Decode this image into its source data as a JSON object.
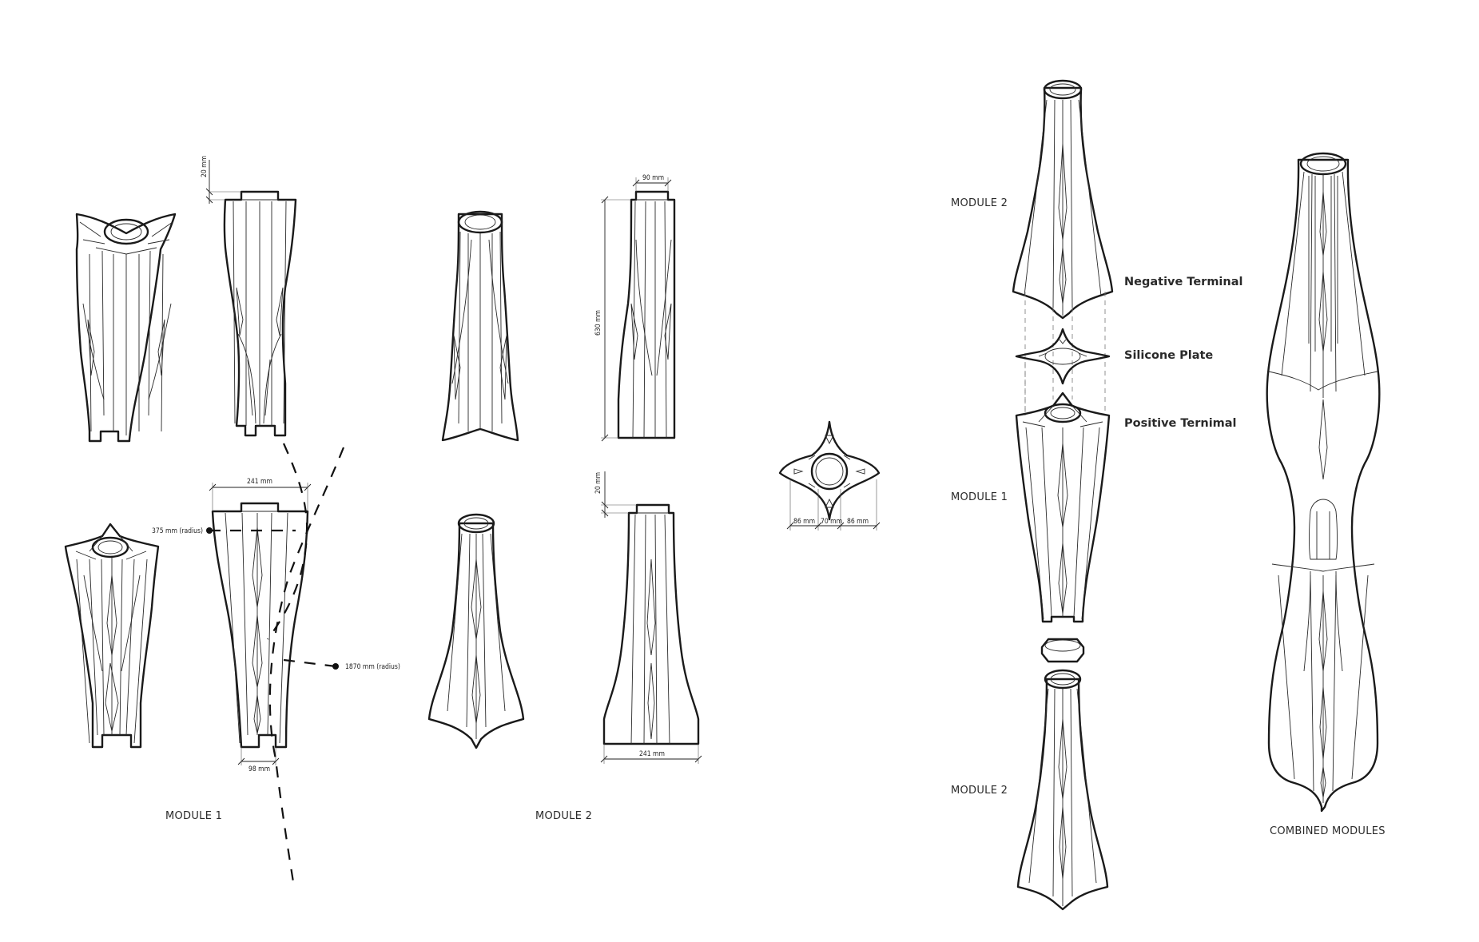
{
  "labels": {
    "module1": "MODULE 1",
    "module2_bottom": "MODULE 2",
    "combined": "COMBINED MODULES",
    "stack_module2_top": "MODULE 2",
    "stack_module1": "MODULE 1",
    "stack_module2_bottom": "MODULE 2"
  },
  "callouts": {
    "negative_terminal": "Negative Terminal",
    "silicone_plate": "Silicone Plate",
    "positive_terminal": "Positive Ternimal"
  },
  "dimensions": {
    "m1_cap_height": "20 mm",
    "m1_top_width": "241 mm",
    "m1_radius_small": "375 mm (radius)",
    "m1_radius_large": "1870 mm (radius)",
    "m1_base_width": "98 mm",
    "m2_top_width": "90 mm",
    "m2_height": "630 mm",
    "m2_cap_height": "20 mm",
    "m2_base_width": "241 mm",
    "plate_left": "86 mm",
    "plate_mid": "70 mm",
    "plate_right": "86 mm"
  }
}
